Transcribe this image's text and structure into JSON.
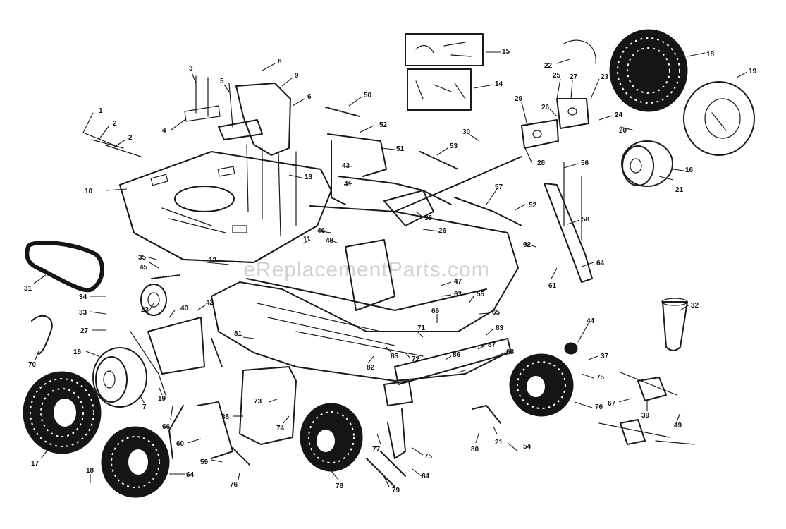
{
  "watermark": "eReplacementParts.com",
  "callouts": [
    {
      "id": "c1",
      "text": "1"
    },
    {
      "id": "c2",
      "text": "2"
    },
    {
      "id": "c3",
      "text": "2"
    },
    {
      "id": "c4",
      "text": "10"
    },
    {
      "id": "c5",
      "text": "3"
    },
    {
      "id": "c6",
      "text": "4"
    },
    {
      "id": "c7",
      "text": "5"
    },
    {
      "id": "c8",
      "text": "8"
    },
    {
      "id": "c9",
      "text": "9"
    },
    {
      "id": "c10",
      "text": "6"
    },
    {
      "id": "c11",
      "text": "12"
    },
    {
      "id": "c12",
      "text": "13"
    },
    {
      "id": "c13",
      "text": "50"
    },
    {
      "id": "c14",
      "text": "52"
    },
    {
      "id": "c15",
      "text": "51"
    },
    {
      "id": "c16",
      "text": "43"
    },
    {
      "id": "c17",
      "text": "41"
    },
    {
      "id": "c18",
      "text": "53"
    },
    {
      "id": "c19",
      "text": "30"
    },
    {
      "id": "c20",
      "text": "15"
    },
    {
      "id": "c21",
      "text": "14"
    },
    {
      "id": "c22",
      "text": "22"
    },
    {
      "id": "c23",
      "text": "18"
    },
    {
      "id": "c24",
      "text": "19"
    },
    {
      "id": "c25",
      "text": "25"
    },
    {
      "id": "c26",
      "text": "27"
    },
    {
      "id": "c27",
      "text": "23"
    },
    {
      "id": "c28",
      "text": "20"
    },
    {
      "id": "c29",
      "text": "26"
    },
    {
      "id": "c30",
      "text": "24"
    },
    {
      "id": "c31",
      "text": "29"
    },
    {
      "id": "c32",
      "text": "28"
    },
    {
      "id": "c33",
      "text": "21"
    },
    {
      "id": "c34",
      "text": "16"
    },
    {
      "id": "c35",
      "text": "56"
    },
    {
      "id": "c36",
      "text": "52"
    },
    {
      "id": "c37",
      "text": "58"
    },
    {
      "id": "c38",
      "text": "57"
    },
    {
      "id": "c39",
      "text": "64"
    },
    {
      "id": "c40",
      "text": "61"
    },
    {
      "id": "c41",
      "text": "62"
    },
    {
      "id": "c42",
      "text": "32"
    },
    {
      "id": "c43",
      "text": "31"
    },
    {
      "id": "c44",
      "text": "35"
    },
    {
      "id": "c45",
      "text": "34"
    },
    {
      "id": "c46",
      "text": "33"
    },
    {
      "id": "c47",
      "text": "27"
    },
    {
      "id": "c48",
      "text": "70"
    },
    {
      "id": "c49",
      "text": "16"
    },
    {
      "id": "c50",
      "text": "17"
    },
    {
      "id": "c51",
      "text": "18"
    },
    {
      "id": "c52",
      "text": "64"
    },
    {
      "id": "c53",
      "text": "66"
    },
    {
      "id": "c54",
      "text": "60"
    },
    {
      "id": "c55",
      "text": "59"
    },
    {
      "id": "c56",
      "text": "76"
    },
    {
      "id": "c57",
      "text": "78"
    },
    {
      "id": "c58",
      "text": "79"
    },
    {
      "id": "c59",
      "text": "75"
    },
    {
      "id": "c60",
      "text": "77"
    },
    {
      "id": "c61",
      "text": "80"
    },
    {
      "id": "c62",
      "text": "84"
    },
    {
      "id": "c63",
      "text": "83"
    },
    {
      "id": "c64",
      "text": "87"
    },
    {
      "id": "c65",
      "text": "68"
    },
    {
      "id": "c66",
      "text": "75"
    },
    {
      "id": "c67",
      "text": "76"
    },
    {
      "id": "c68",
      "text": "44"
    },
    {
      "id": "c69",
      "text": "67"
    },
    {
      "id": "c70",
      "text": "39"
    },
    {
      "id": "c71",
      "text": "49"
    },
    {
      "id": "c72",
      "text": "37"
    },
    {
      "id": "c73",
      "text": "54"
    },
    {
      "id": "c74",
      "text": "21"
    },
    {
      "id": "c75",
      "text": "36"
    },
    {
      "id": "c76",
      "text": "26"
    },
    {
      "id": "c77",
      "text": "11"
    },
    {
      "id": "c78",
      "text": "45"
    },
    {
      "id": "c79",
      "text": "46"
    },
    {
      "id": "c80",
      "text": "48"
    },
    {
      "id": "c81",
      "text": "47"
    },
    {
      "id": "c82",
      "text": "63"
    },
    {
      "id": "c83",
      "text": "55"
    },
    {
      "id": "c84",
      "text": "65"
    },
    {
      "id": "c85",
      "text": "69"
    },
    {
      "id": "c86",
      "text": "71"
    },
    {
      "id": "c87",
      "text": "72"
    },
    {
      "id": "c88",
      "text": "73"
    },
    {
      "id": "c89",
      "text": "74"
    },
    {
      "id": "c90",
      "text": "38"
    },
    {
      "id": "c91",
      "text": "40"
    },
    {
      "id": "c92",
      "text": "42"
    },
    {
      "id": "c93",
      "text": "23"
    },
    {
      "id": "c94",
      "text": "19"
    },
    {
      "id": "c95",
      "text": "7"
    },
    {
      "id": "c96",
      "text": "81"
    },
    {
      "id": "c97",
      "text": "82"
    },
    {
      "id": "c98",
      "text": "85"
    },
    {
      "id": "c99",
      "text": "86"
    }
  ]
}
